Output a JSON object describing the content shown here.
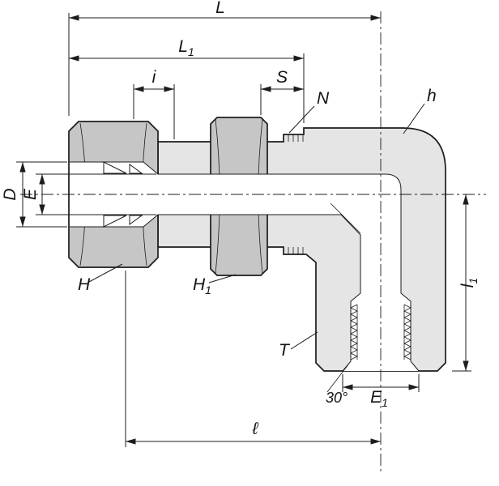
{
  "drawing": {
    "colors": {
      "body_fill": "#e5e5e5",
      "nut_fill": "#c6c6c6",
      "ferrule_fill": "#bdbdbd",
      "line": "#1c1c1c",
      "background": "#ffffff"
    },
    "labels": {
      "L": "L",
      "L1": {
        "base": "L",
        "sub": "1"
      },
      "i": "i",
      "S": "S",
      "N": "N",
      "h": "h",
      "D": "D",
      "E": "E",
      "H": "H",
      "H1": {
        "base": "H",
        "sub": "1"
      },
      "T": "T",
      "angle": "30°",
      "E1": {
        "base": "E",
        "sub": "1"
      },
      "ell": "ℓ",
      "l1": {
        "base": "l",
        "sub": "1"
      }
    }
  }
}
